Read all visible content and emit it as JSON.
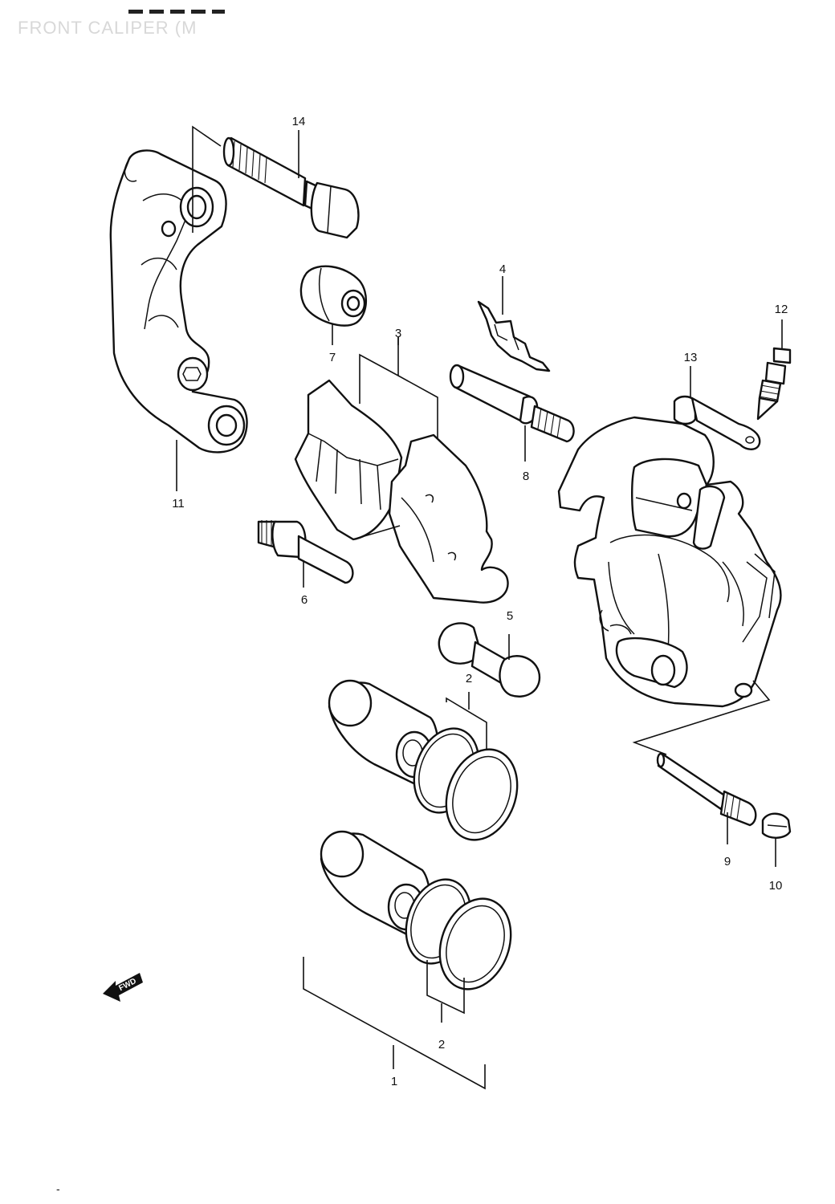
{
  "title": "FRONT CALIPER (M",
  "callouts": {
    "c1": "1",
    "c2a": "2",
    "c2b": "2",
    "c3": "3",
    "c4": "4",
    "c5": "5",
    "c6": "6",
    "c7": "7",
    "c8": "8",
    "c9": "9",
    "c10": "10",
    "c11": "11",
    "c12": "12",
    "c13": "13",
    "c14": "14"
  },
  "forward_arrow_label": "FWD",
  "footer_mark": "-"
}
